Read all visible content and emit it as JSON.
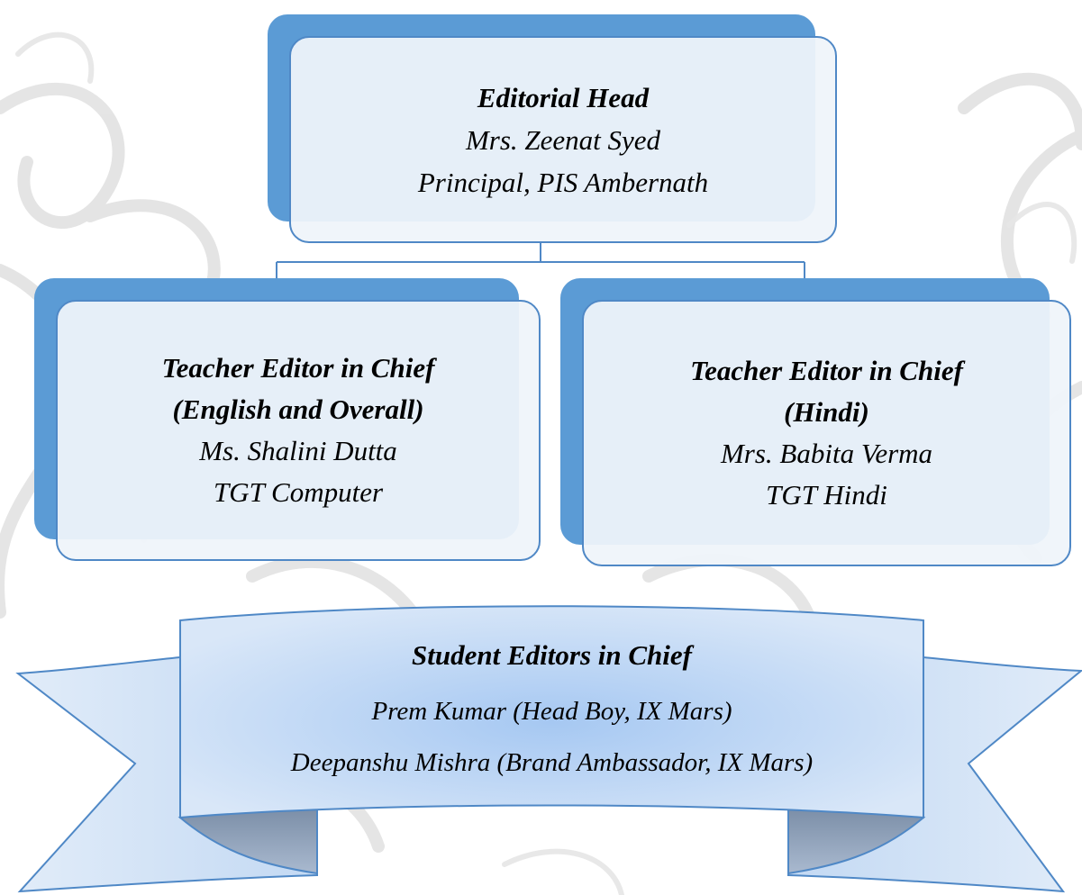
{
  "editorial_head": {
    "role": "Editorial Head",
    "name": "Mrs. Zeenat Syed",
    "designation": "Principal, PIS Ambernath"
  },
  "teacher_editors": [
    {
      "role": "Teacher Editor in Chief",
      "scope": "(English and Overall)",
      "name": "Ms. Shalini Dutta",
      "designation": "TGT Computer"
    },
    {
      "role": "Teacher Editor in Chief",
      "scope": "(Hindi)",
      "name": "Mrs. Babita Verma",
      "designation": "TGT Hindi"
    }
  ],
  "student_editors": {
    "title": "Student Editors in Chief",
    "members": [
      "Prem Kumar (Head Boy, IX Mars)",
      "Deepanshu Mishra (Brand Ambassador, IX Mars)"
    ]
  },
  "colors": {
    "accent_blue": "#5b9bd5",
    "border_blue": "#4f88c6",
    "card_fill": "#eff4fa",
    "ribbon_light": "#dce9f8",
    "ribbon_mid": "#a9c9f0",
    "ribbon_dark": "#8fa2bd",
    "backdrop_swirl": "#d6d6d6"
  }
}
